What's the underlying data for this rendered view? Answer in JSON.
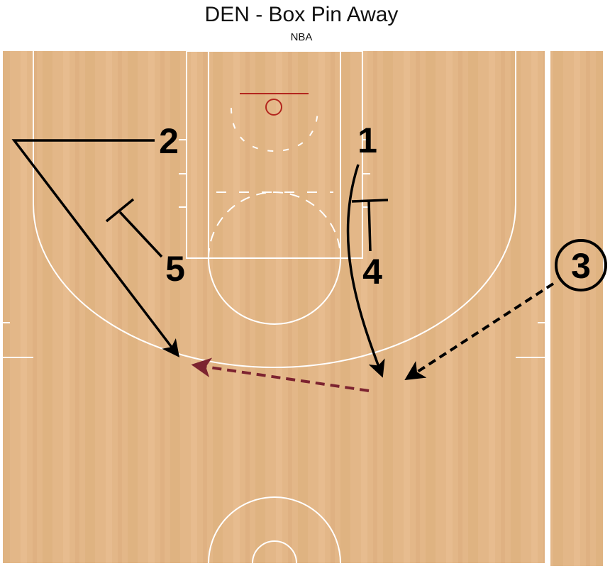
{
  "header": {
    "title": "DEN - Box Pin Away",
    "subtitle": "NBA"
  },
  "colors": {
    "court_wood": "#e1b585",
    "court_lines": "#ffffff",
    "rim": "#b3261e",
    "action": "#000000",
    "pass": "#7c2330"
  },
  "players": [
    {
      "id": "p1",
      "label": "1",
      "circled": false
    },
    {
      "id": "p2",
      "label": "2",
      "circled": false
    },
    {
      "id": "p3",
      "label": "3",
      "circled": true
    },
    {
      "id": "p4",
      "label": "4",
      "circled": false
    },
    {
      "id": "p5",
      "label": "5",
      "circled": false
    }
  ],
  "actions": [
    {
      "id": "cut-2",
      "player": "2",
      "type": "cut"
    },
    {
      "id": "screen-5",
      "player": "5",
      "type": "screen"
    },
    {
      "id": "cut-1",
      "player": "1",
      "type": "cut"
    },
    {
      "id": "screen-4",
      "player": "4",
      "type": "screen"
    },
    {
      "id": "dribble-3",
      "player": "3",
      "type": "dribble"
    },
    {
      "id": "pass-1-to-2",
      "type": "pass"
    }
  ]
}
